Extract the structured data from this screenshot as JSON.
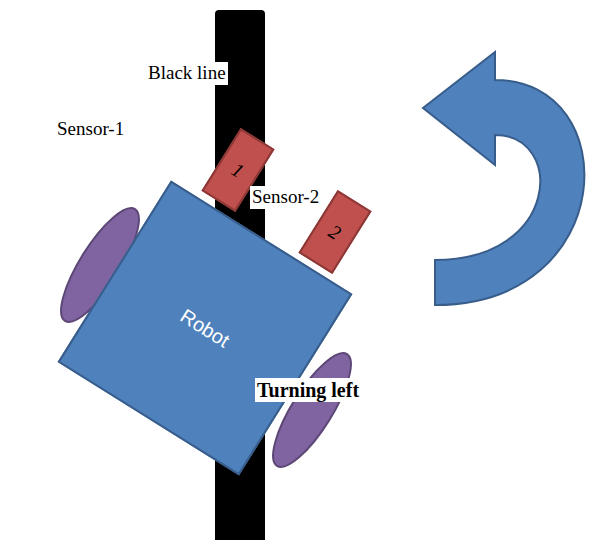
{
  "diagram": {
    "nodes": [
      {
        "text": [
          "1"
        ]
      },
      {
        "text": [
          "2"
        ]
      },
      {
        "text": [
          "Robot"
        ]
      }
    ],
    "labels": [
      "Black line",
      "Sensor-1",
      "Sensor-2",
      "Turning left"
    ]
  }
}
